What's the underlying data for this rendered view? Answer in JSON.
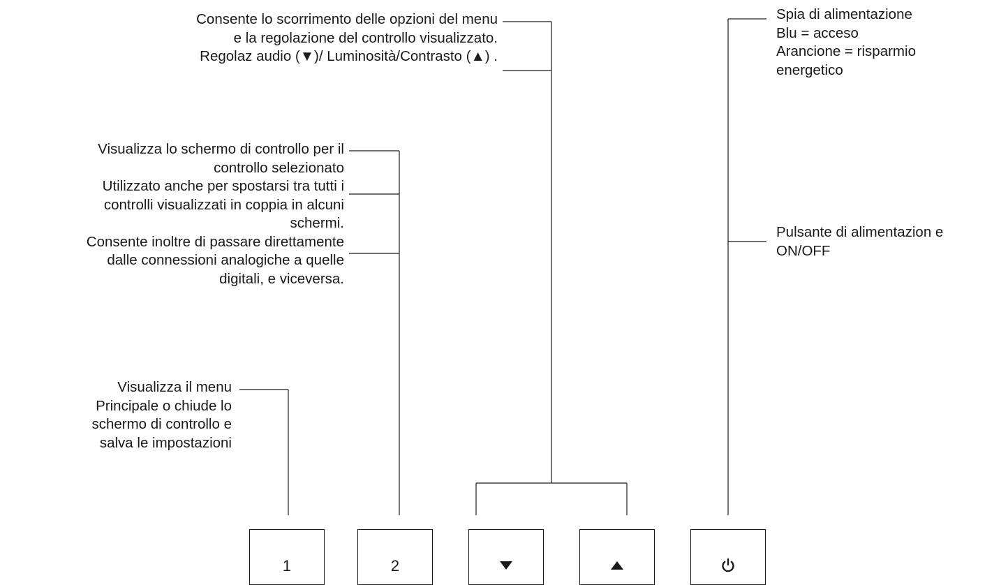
{
  "labels": {
    "scroll": [
      "Consente lo scorrimento delle opzioni del menu",
      "e la regolazione del controllo visualizzato.",
      "Regolaz audio (▼)/ Luminosità/Contrasto  (▲) ."
    ],
    "control": [
      "Visualizza lo schermo di controllo per il",
      "controllo selezionato",
      "Utilizzato anche per spostarsi tra tutti i",
      "controlli visualizzati in coppia in alcuni",
      "schermi.",
      "Consente inoltre di passare direttamente",
      "dalle connessioni analogiche a quelle",
      "digitali, e viceversa."
    ],
    "menu": [
      "Visualizza il menu",
      "Principale o chiude lo",
      "schermo di controllo e",
      "salva le impostazioni"
    ],
    "power_led": [
      "Spia di alimentazione",
      "Blu = acceso",
      "Arancione = risparmio",
      "energetico"
    ],
    "power_button": [
      "Pulsante di alimentazion e",
      "ON/OFF"
    ]
  },
  "buttons": {
    "b1": "1",
    "b2": "2",
    "down_icon": "triangle-down-icon",
    "up_icon": "triangle-up-icon",
    "power_icon": "power-icon"
  }
}
